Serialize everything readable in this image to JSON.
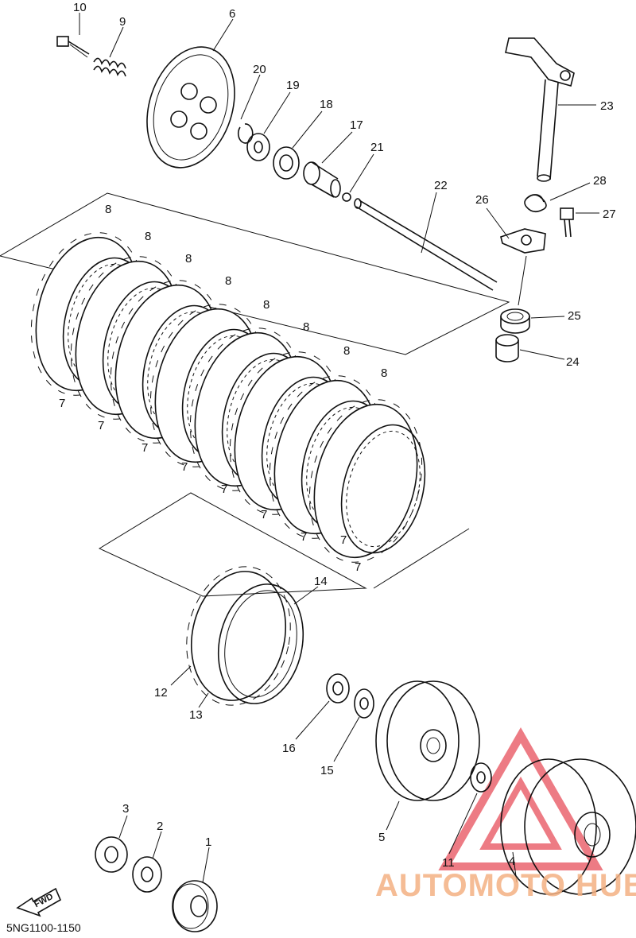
{
  "diagram_code": "5NG1100-1150",
  "fwd_label": "FWD",
  "watermark": {
    "text": "AUTOMOTO HUB",
    "text_color": "#f4b183",
    "logo_color": "#e8505b"
  },
  "labels": [
    "10",
    "9",
    "6",
    "20",
    "19",
    "18",
    "17",
    "21",
    "22",
    "23",
    "28",
    "26",
    "27",
    "25",
    "24",
    "8",
    "8",
    "8",
    "8",
    "8",
    "8",
    "8",
    "8",
    "7",
    "7",
    "7",
    "7",
    "7",
    "7",
    "7",
    "7",
    "7",
    "14",
    "12",
    "13",
    "16",
    "15",
    "5",
    "3",
    "2",
    "1",
    "11",
    "4"
  ]
}
